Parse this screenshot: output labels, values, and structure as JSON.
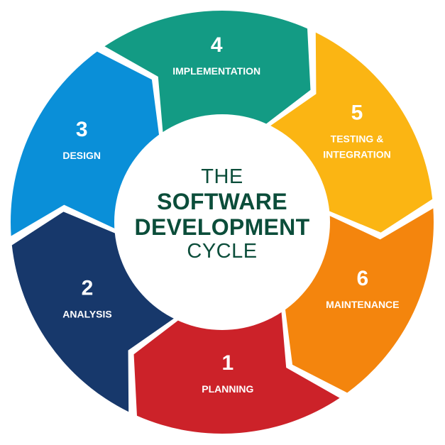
{
  "center": {
    "line1": "THE",
    "line2": "SOFTWARE",
    "line3": "DEVELOPMENT",
    "line4": "CYCLE"
  },
  "stages": [
    {
      "number": "1",
      "label_lines": [
        "PLANNING"
      ],
      "color": "#cc2229"
    },
    {
      "number": "2",
      "label_lines": [
        "ANALYSIS"
      ],
      "color": "#17386b"
    },
    {
      "number": "3",
      "label_lines": [
        "DESIGN"
      ],
      "color": "#0a8fd8"
    },
    {
      "number": "4",
      "label_lines": [
        "IMPLEMENTATION"
      ],
      "color": "#139b84"
    },
    {
      "number": "5",
      "label_lines": [
        "TESTING &",
        "INTEGRATION"
      ],
      "color": "#fbb513"
    },
    {
      "number": "6",
      "label_lines": [
        "MAINTENANCE"
      ],
      "color": "#f4850d"
    }
  ],
  "text_color": "#ffffff",
  "title_color": "#0b4d3a"
}
